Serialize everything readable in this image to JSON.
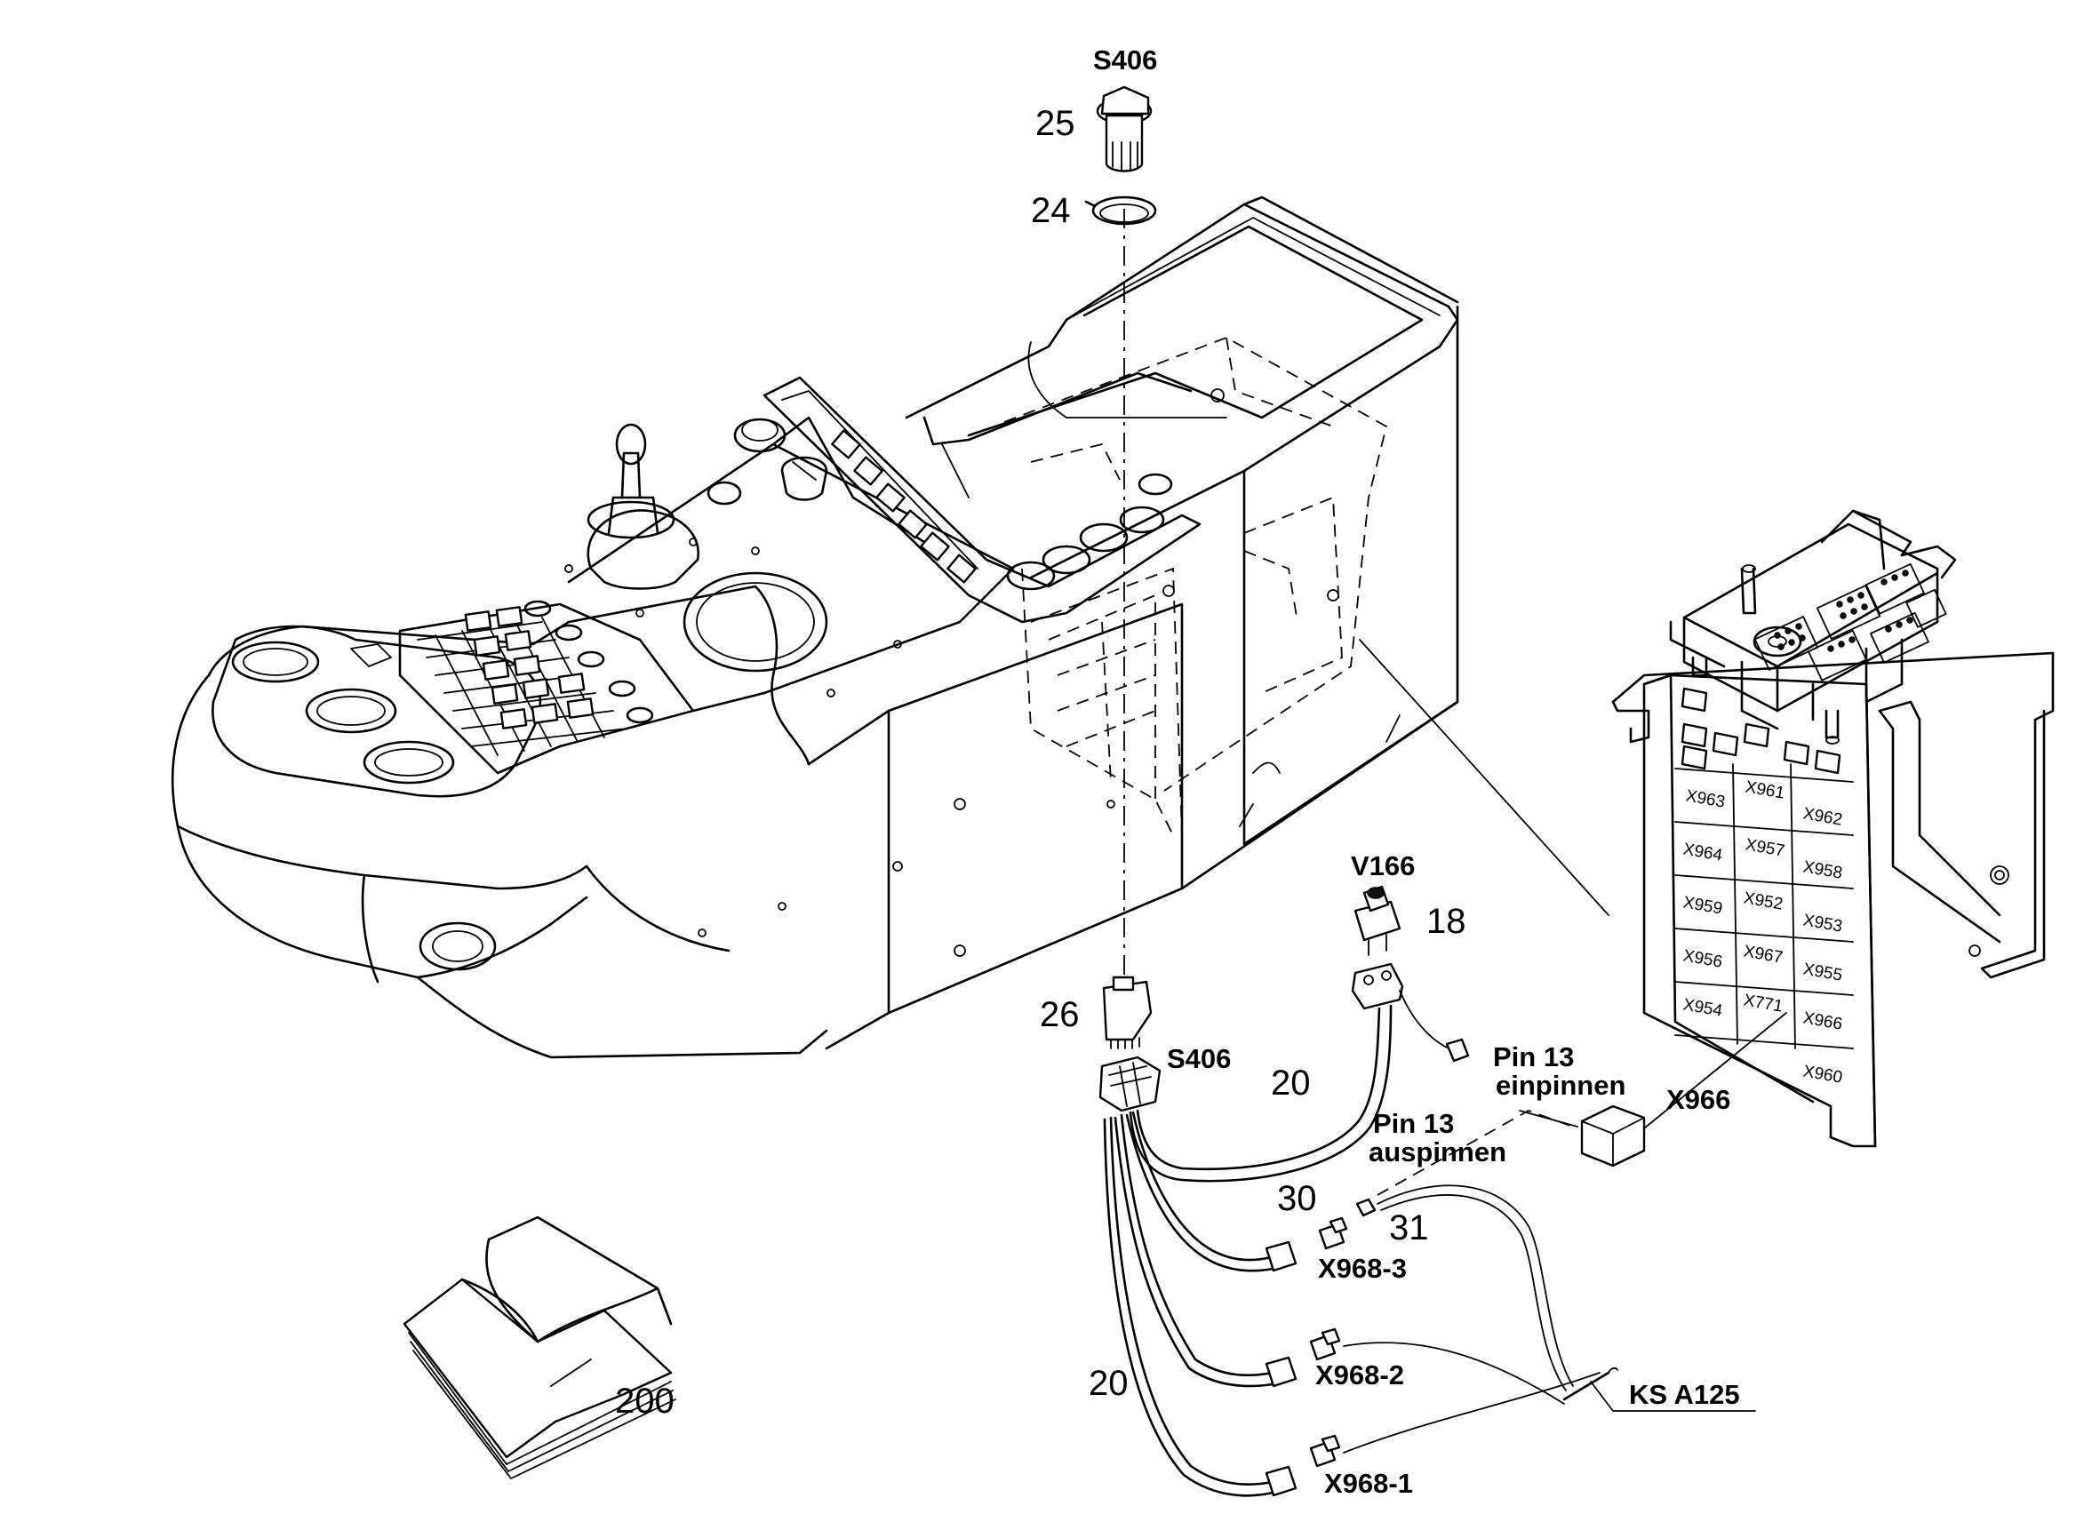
{
  "callouts": {
    "s406_top": "S406",
    "p25": "25",
    "p24": "24",
    "v166": "V166",
    "p18": "18",
    "p26": "26",
    "s406_mid": "S406",
    "p20_upper": "20",
    "pin13_in_line1": "Pin 13",
    "pin13_in_line2": "einpinnen",
    "x966": "X966",
    "pin13_out_line1": "Pin 13",
    "pin13_out_line2": "auspinnen",
    "p30": "30",
    "p31": "31",
    "x968_3": "X968-3",
    "x968_2": "X968-2",
    "x968_1": "X968-1",
    "ks_a125": "KS A125",
    "p20_lower": "20",
    "p200": "200"
  },
  "relay_slots": [
    "X963",
    "X961",
    "X962",
    "X964",
    "X957",
    "X958",
    "X959",
    "X952",
    "X953",
    "X956",
    "X967",
    "X955",
    "X954",
    "X771",
    "X966",
    "X960"
  ]
}
